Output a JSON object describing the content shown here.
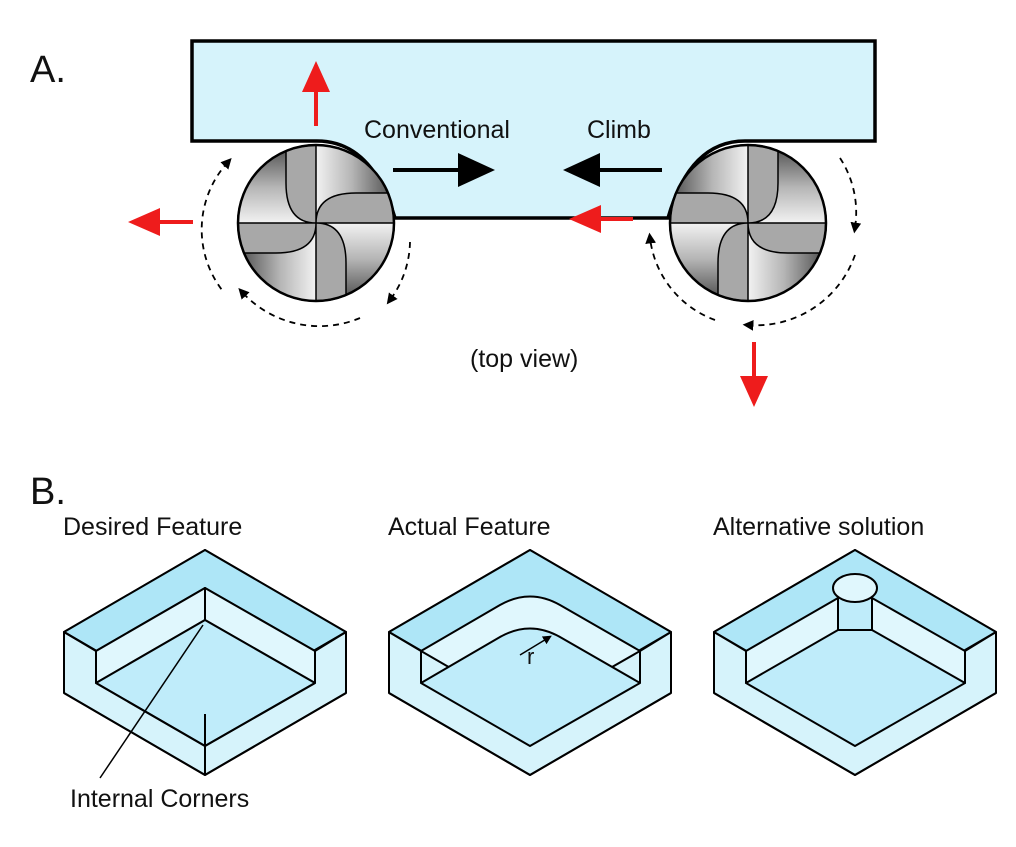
{
  "panel_a": {
    "label": "A.",
    "conventional": "Conventional",
    "climb": "Climb",
    "view": "(top view)"
  },
  "panel_b": {
    "label": "B.",
    "desired": "Desired Feature",
    "actual": "Actual Feature",
    "alternative": "Alternative solution",
    "radius": "r",
    "internal_corners": "Internal Corners"
  },
  "colors": {
    "workpiece": "#d6f3fb",
    "pocket_floor": "#bfecfa",
    "top_face": "#aee6f7",
    "force_arrow": "#ee1c1c",
    "outline": "#000000",
    "tool_light": "#d4d4d4",
    "tool_dark": "#6e6e6e"
  }
}
